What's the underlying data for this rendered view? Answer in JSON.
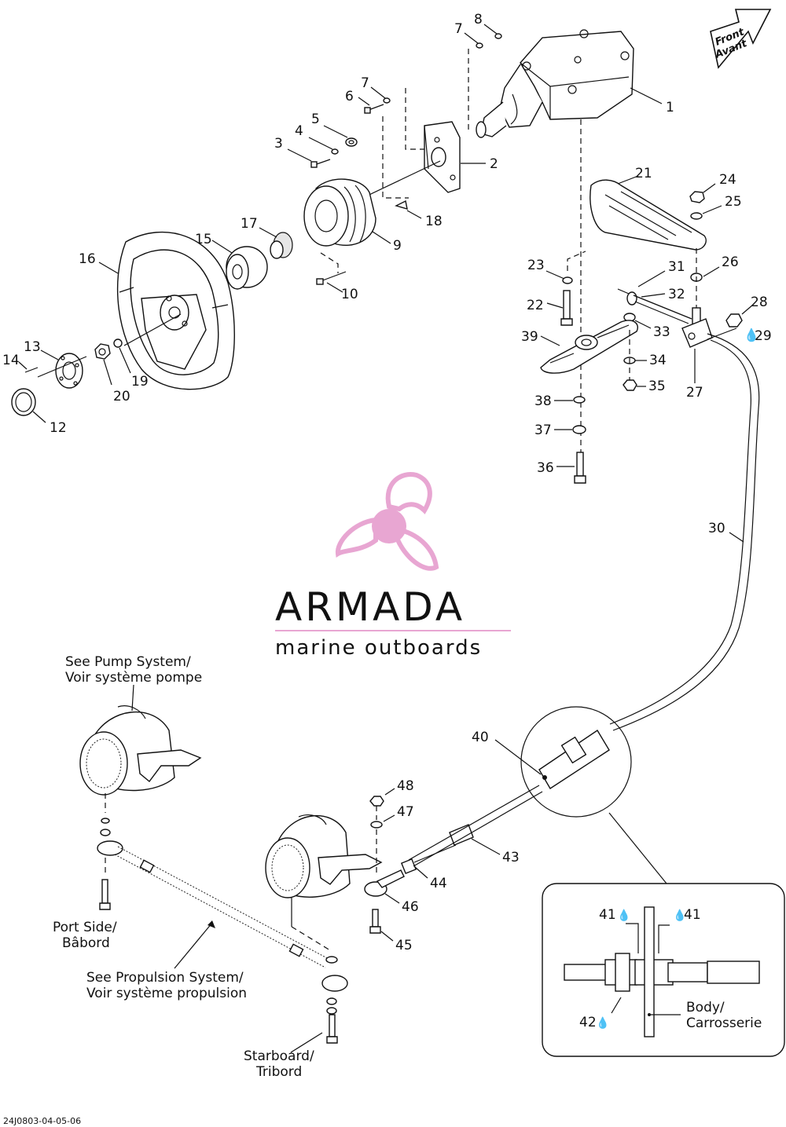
{
  "labels": {
    "n1": "1",
    "n2": "2",
    "n3": "3",
    "n4": "4",
    "n5": "5",
    "n6": "6",
    "n7a": "7",
    "n7b": "7",
    "n8": "8",
    "n9": "9",
    "n10": "10",
    "n12": "12",
    "n13": "13",
    "n14": "14",
    "n15": "15",
    "n16": "16",
    "n17": "17",
    "n18": "18",
    "n19": "19",
    "n20": "20",
    "n21": "21",
    "n22": "22",
    "n23": "23",
    "n24": "24",
    "n25": "25",
    "n26": "26",
    "n27": "27",
    "n28": "28",
    "n29": "29",
    "n30": "30",
    "n31": "31",
    "n32": "32",
    "n33": "33",
    "n34": "34",
    "n35": "35",
    "n36": "36",
    "n37": "37",
    "n38": "38",
    "n39": "39",
    "n40": "40",
    "n41a": "41",
    "n41b": "41",
    "n42": "42",
    "n43": "43",
    "n44": "44",
    "n45": "45",
    "n46": "46",
    "n47": "47",
    "n48": "48"
  },
  "captions": {
    "front_1": "Front",
    "front_2": "Avant",
    "pump_1": "See Pump System/",
    "pump_2": "Voir système pompe",
    "port_1": "Port Side/",
    "port_2": "Bâbord",
    "prop_1": "See Propulsion System/",
    "prop_2": "Voir système propulsion",
    "starboard_1": "Starboard/",
    "starboard_2": "Tribord",
    "body_1": "Body/",
    "body_2": "Carrosserie"
  },
  "watermark": {
    "brand": "ARMADA",
    "tagline": "marine outboards",
    "pink": "#e8a6d2",
    "gray": "#6b6b6b"
  },
  "doc_id": "24J0803-04-05-06"
}
